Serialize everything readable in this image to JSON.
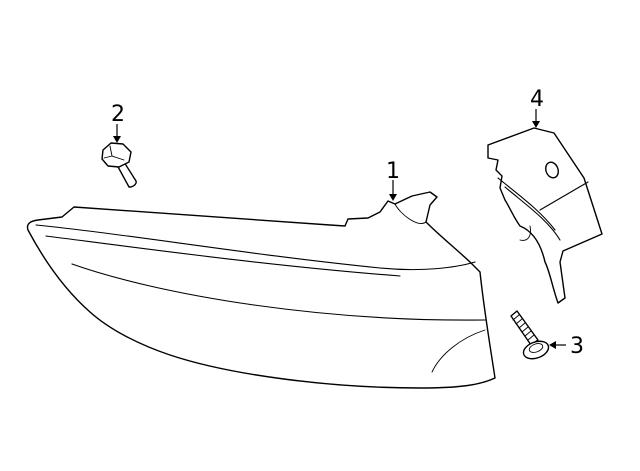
{
  "diagram": {
    "callouts": [
      {
        "id": "1",
        "label": "1"
      },
      {
        "id": "2",
        "label": "2"
      },
      {
        "id": "3",
        "label": "3"
      },
      {
        "id": "4",
        "label": "4"
      }
    ],
    "colors": {
      "line": "#000000",
      "background": "#ffffff"
    }
  }
}
